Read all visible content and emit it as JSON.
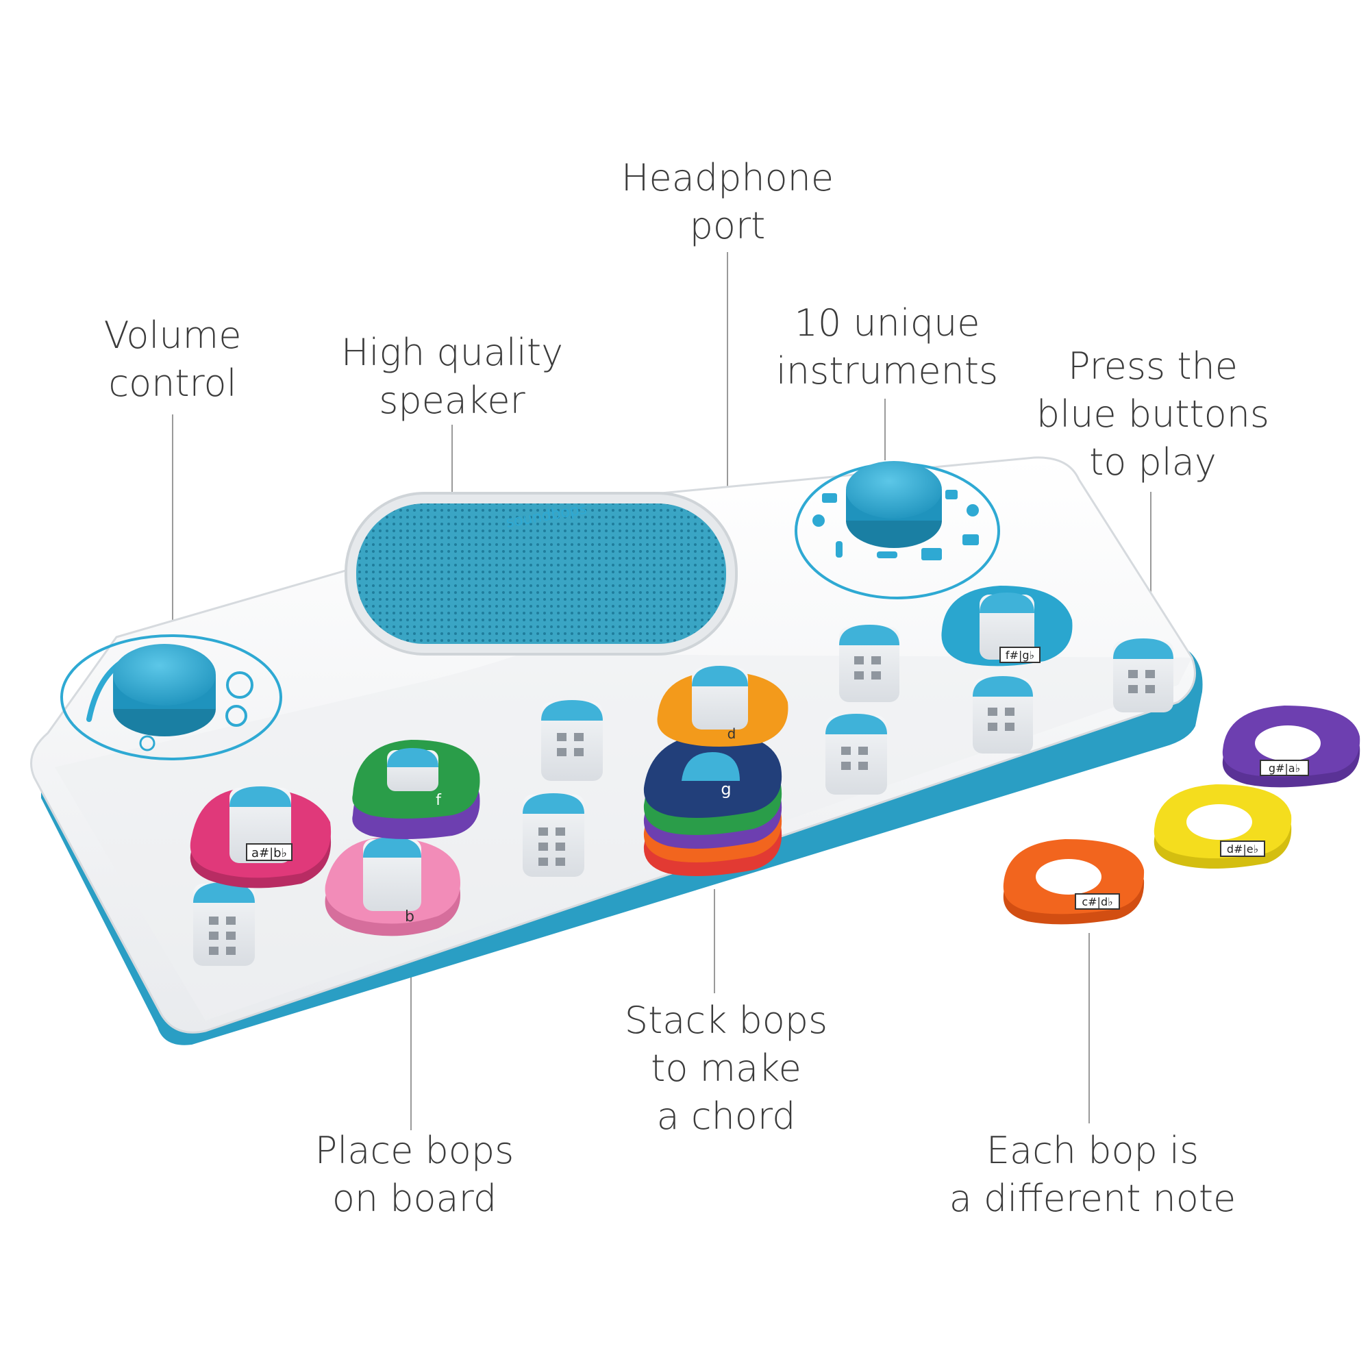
{
  "callouts": {
    "volume": {
      "line1": "Volume",
      "line2": "control"
    },
    "speaker": {
      "line1": "High quality",
      "line2": "speaker"
    },
    "headphone": {
      "line1": "Headphone",
      "line2": "port"
    },
    "instruments": {
      "line1": "10 unique",
      "line2": "instruments"
    },
    "press": {
      "line1": "Press the",
      "line2": "blue buttons",
      "line3": "to play"
    },
    "place": {
      "line1": "Place bops",
      "line2": "on board"
    },
    "stack": {
      "line1": "Stack bops",
      "line2": "to make",
      "line3": "a chord"
    },
    "each": {
      "line1": "Each bop is",
      "line2": "a different note"
    }
  },
  "board": {
    "brand": "soundbops",
    "bop_labels": {
      "pink_dark": "a#|b♭",
      "pink_light": "b",
      "green": "f",
      "navy_stack": "g",
      "orange": "d",
      "teal": "f#|g♭"
    }
  },
  "loose_bops": {
    "purple": "g#|a♭",
    "yellow": "d#|e♭",
    "orange": "c#|d♭"
  },
  "colors": {
    "board": "#f4f5f7",
    "accent": "#2ea9d3",
    "board_base": "#2a9ec4",
    "pink_dark": "#e0397a",
    "pink_light": "#f28cb8",
    "green": "#2a9d49",
    "purple": "#6d3fb0",
    "navy": "#223f7a",
    "orange": "#f39a1b",
    "yellow": "#f4dd1e",
    "orange_red": "#f2651e",
    "red": "#e23a33"
  }
}
